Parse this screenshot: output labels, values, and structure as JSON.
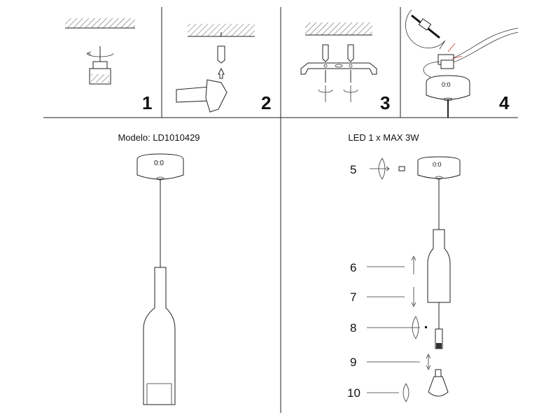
{
  "top_steps": [
    "1",
    "2",
    "3",
    "4"
  ],
  "left_panel": {
    "model_label": "Modelo: LD1010429"
  },
  "right_panel": {
    "spec_label": "LED 1 x MAX 3W",
    "steps": [
      "5",
      "6",
      "7",
      "8",
      "9",
      "10"
    ]
  },
  "colors": {
    "line": "#222222",
    "wire_accent": "#cc3333"
  }
}
